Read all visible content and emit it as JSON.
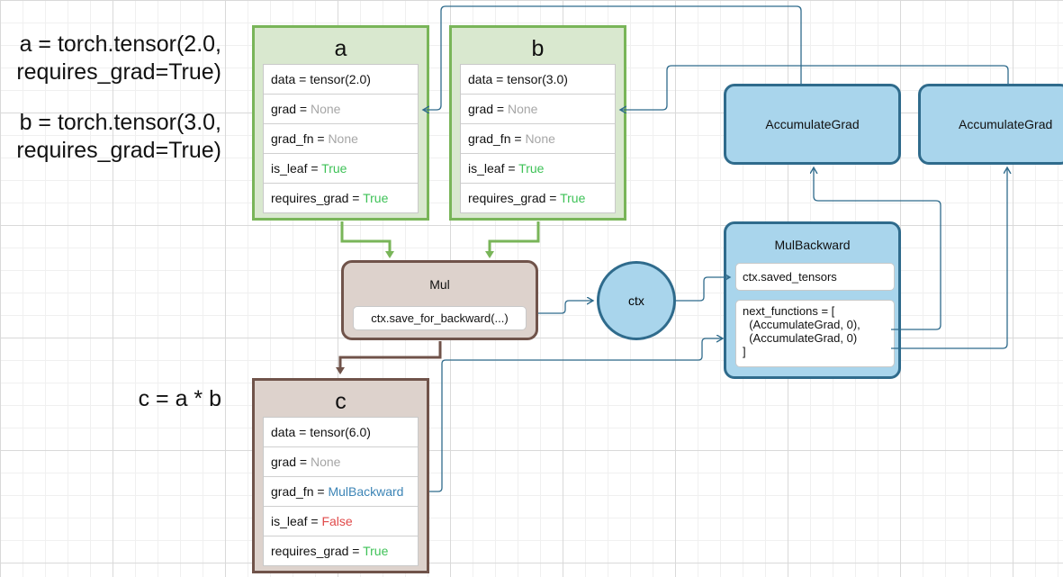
{
  "code": {
    "line_a": "a = torch.tensor(2.0,\nrequires_grad=True)",
    "line_b": "b = torch.tensor(3.0,\nrequires_grad=True)",
    "line_c": "c = a * b"
  },
  "tensors": {
    "a": {
      "title": "a",
      "rows": [
        {
          "key": "data = ",
          "value": "tensor(2.0)"
        },
        {
          "key": "grad = ",
          "value": "None"
        },
        {
          "key": "grad_fn = ",
          "value": "None"
        },
        {
          "key": "is_leaf = ",
          "value": "True"
        },
        {
          "key": "requires_grad = ",
          "value": "True"
        }
      ]
    },
    "b": {
      "title": "b",
      "rows": [
        {
          "key": "data = ",
          "value": "tensor(3.0)"
        },
        {
          "key": "grad = ",
          "value": "None"
        },
        {
          "key": "grad_fn = ",
          "value": "None"
        },
        {
          "key": "is_leaf = ",
          "value": "True"
        },
        {
          "key": "requires_grad = ",
          "value": "True"
        }
      ]
    },
    "c": {
      "title": "c",
      "rows": [
        {
          "key": "data = ",
          "value": "tensor(6.0)"
        },
        {
          "key": "grad = ",
          "value": "None"
        },
        {
          "key": "grad_fn = ",
          "value": "MulBackward"
        },
        {
          "key": "is_leaf = ",
          "value": "False"
        },
        {
          "key": "requires_grad = ",
          "value": "True"
        }
      ]
    }
  },
  "mul": {
    "title": "Mul",
    "call": "ctx.save_for_backward(...)"
  },
  "ctx": {
    "label": "ctx"
  },
  "accumulate_grad": {
    "left": "AccumulateGrad",
    "right": "AccumulateGrad"
  },
  "mul_backward": {
    "title": "MulBackward",
    "saved_tensors": "ctx.saved_tensors",
    "next_functions": "next_functions = [\n  (AccumulateGrad, 0),\n  (AccumulateGrad, 0)\n]"
  },
  "colors": {
    "leaf_fill": "#d9e8cf",
    "leaf_border": "#79b559",
    "op_fill": "#ddd2cc",
    "op_border": "#70534a",
    "grad_fill": "#a9d5ec",
    "grad_border": "#2f6b8c",
    "none_text": "#a6a6a6",
    "true_text": "#3ec257",
    "false_text": "#e04a4a",
    "fn_text": "#3d85b6"
  }
}
